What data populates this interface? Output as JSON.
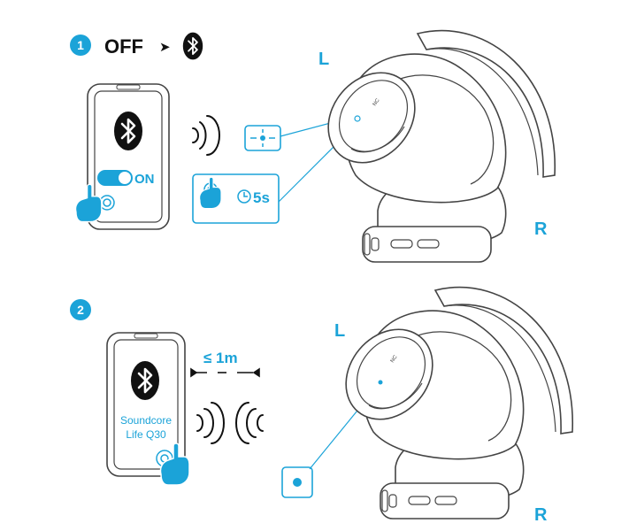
{
  "step1": {
    "number": "1",
    "off_label": "OFF",
    "arrow": "➤",
    "toggle_label": "ON",
    "timer_label": "5s",
    "left_mark": "L",
    "right_mark": "R"
  },
  "step2": {
    "number": "2",
    "distance_label": "≤ 1m",
    "device_name_line1": "Soundcore",
    "device_name_line2": "Life Q30",
    "left_mark": "L",
    "right_mark": "R"
  },
  "headphone_labels": {
    "nc_button": "NC"
  },
  "colors": {
    "accent": "#1ba3d8",
    "ink": "#1a1a1a",
    "outline": "#555555"
  }
}
